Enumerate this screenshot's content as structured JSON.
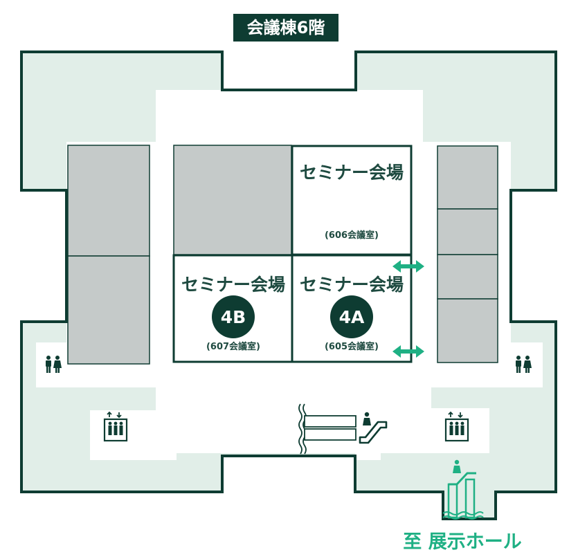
{
  "title": "会議棟6階",
  "rooms": {
    "r606": {
      "label": "セミナー会場",
      "sub": "(606会議室)"
    },
    "r4b": {
      "label": "セミナー会場",
      "badge": "4B",
      "sub": "(607会議室)"
    },
    "r4a": {
      "label": "セミナー会場",
      "badge": "4A",
      "sub": "(605会議室)"
    }
  },
  "destination": "至 展示ホール",
  "icons": [
    "restroom-icon",
    "elevator-icon",
    "escalator-icon",
    "connection-arrow-icon"
  ],
  "colors": {
    "dark_green": "#0e3c32",
    "light_green": "#e1eee8",
    "gray": "#c5cac9",
    "accent_green": "#1fb084"
  }
}
